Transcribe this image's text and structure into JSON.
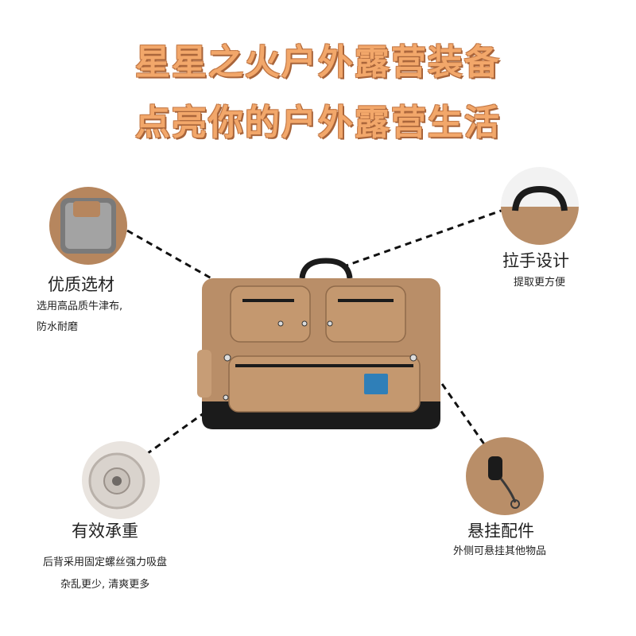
{
  "headline": {
    "line1": "星星之火户外露营装备",
    "line2": "点亮你的户外露营生活"
  },
  "features": {
    "material": {
      "title": "优质选材",
      "desc1": "选用高品质牛津布,",
      "desc2": "防水耐磨"
    },
    "handle": {
      "title": "拉手设计",
      "desc1": "提取更方便"
    },
    "load": {
      "title": "有效承重",
      "desc1": "后背采用固定螺丝强力吸盘",
      "desc2": "杂乱更少, 清爽更多"
    },
    "hang": {
      "title": "悬挂配件",
      "desc1": "外侧可悬挂其他物品"
    }
  },
  "colors": {
    "headline": "#f2a76a",
    "bag": "#b98e68",
    "bag_dark": "#1b1b1b",
    "badge": "#2f7fb8"
  }
}
